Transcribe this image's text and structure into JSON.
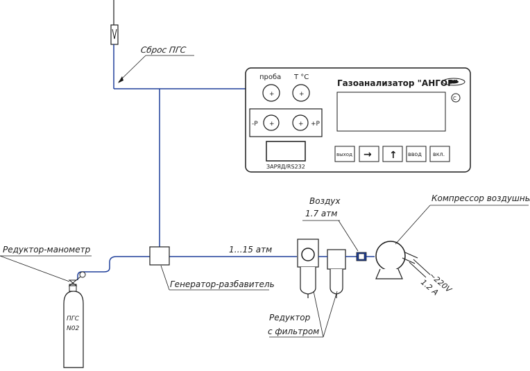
{
  "labels": {
    "vent": "Сброс ПГС",
    "reducer_manometer": "Редуктор-манометр",
    "pressure_line": "1…15 атм",
    "generator": "Генератор-разбавитель",
    "cylinder_line1": "ПГС",
    "cylinder_line2": "N02",
    "air_line1": "Воздух",
    "air_line2": "1.7 атм",
    "compressor": "Компрессор воздушный",
    "power_line1": "~220V",
    "power_line2": "1.2 А",
    "filter_reducer_line1": "Редуктор",
    "filter_reducer_line2": "с фильтром"
  },
  "analyzer": {
    "title": "Газоанализатор \"АНГОР\"",
    "probe_label": "проба",
    "temp_label": "T °C",
    "minus_p": "-P",
    "plus_p": "+P",
    "port_label": "ЗАРЯД/RS232",
    "buttons": {
      "exit": "выход",
      "right_arrow": "→",
      "up_arrow": "↑",
      "enter": "ввод",
      "power": "вкл."
    }
  },
  "colors": {
    "pipe": "#1f3f9a",
    "outline": "#1a1a1a"
  }
}
